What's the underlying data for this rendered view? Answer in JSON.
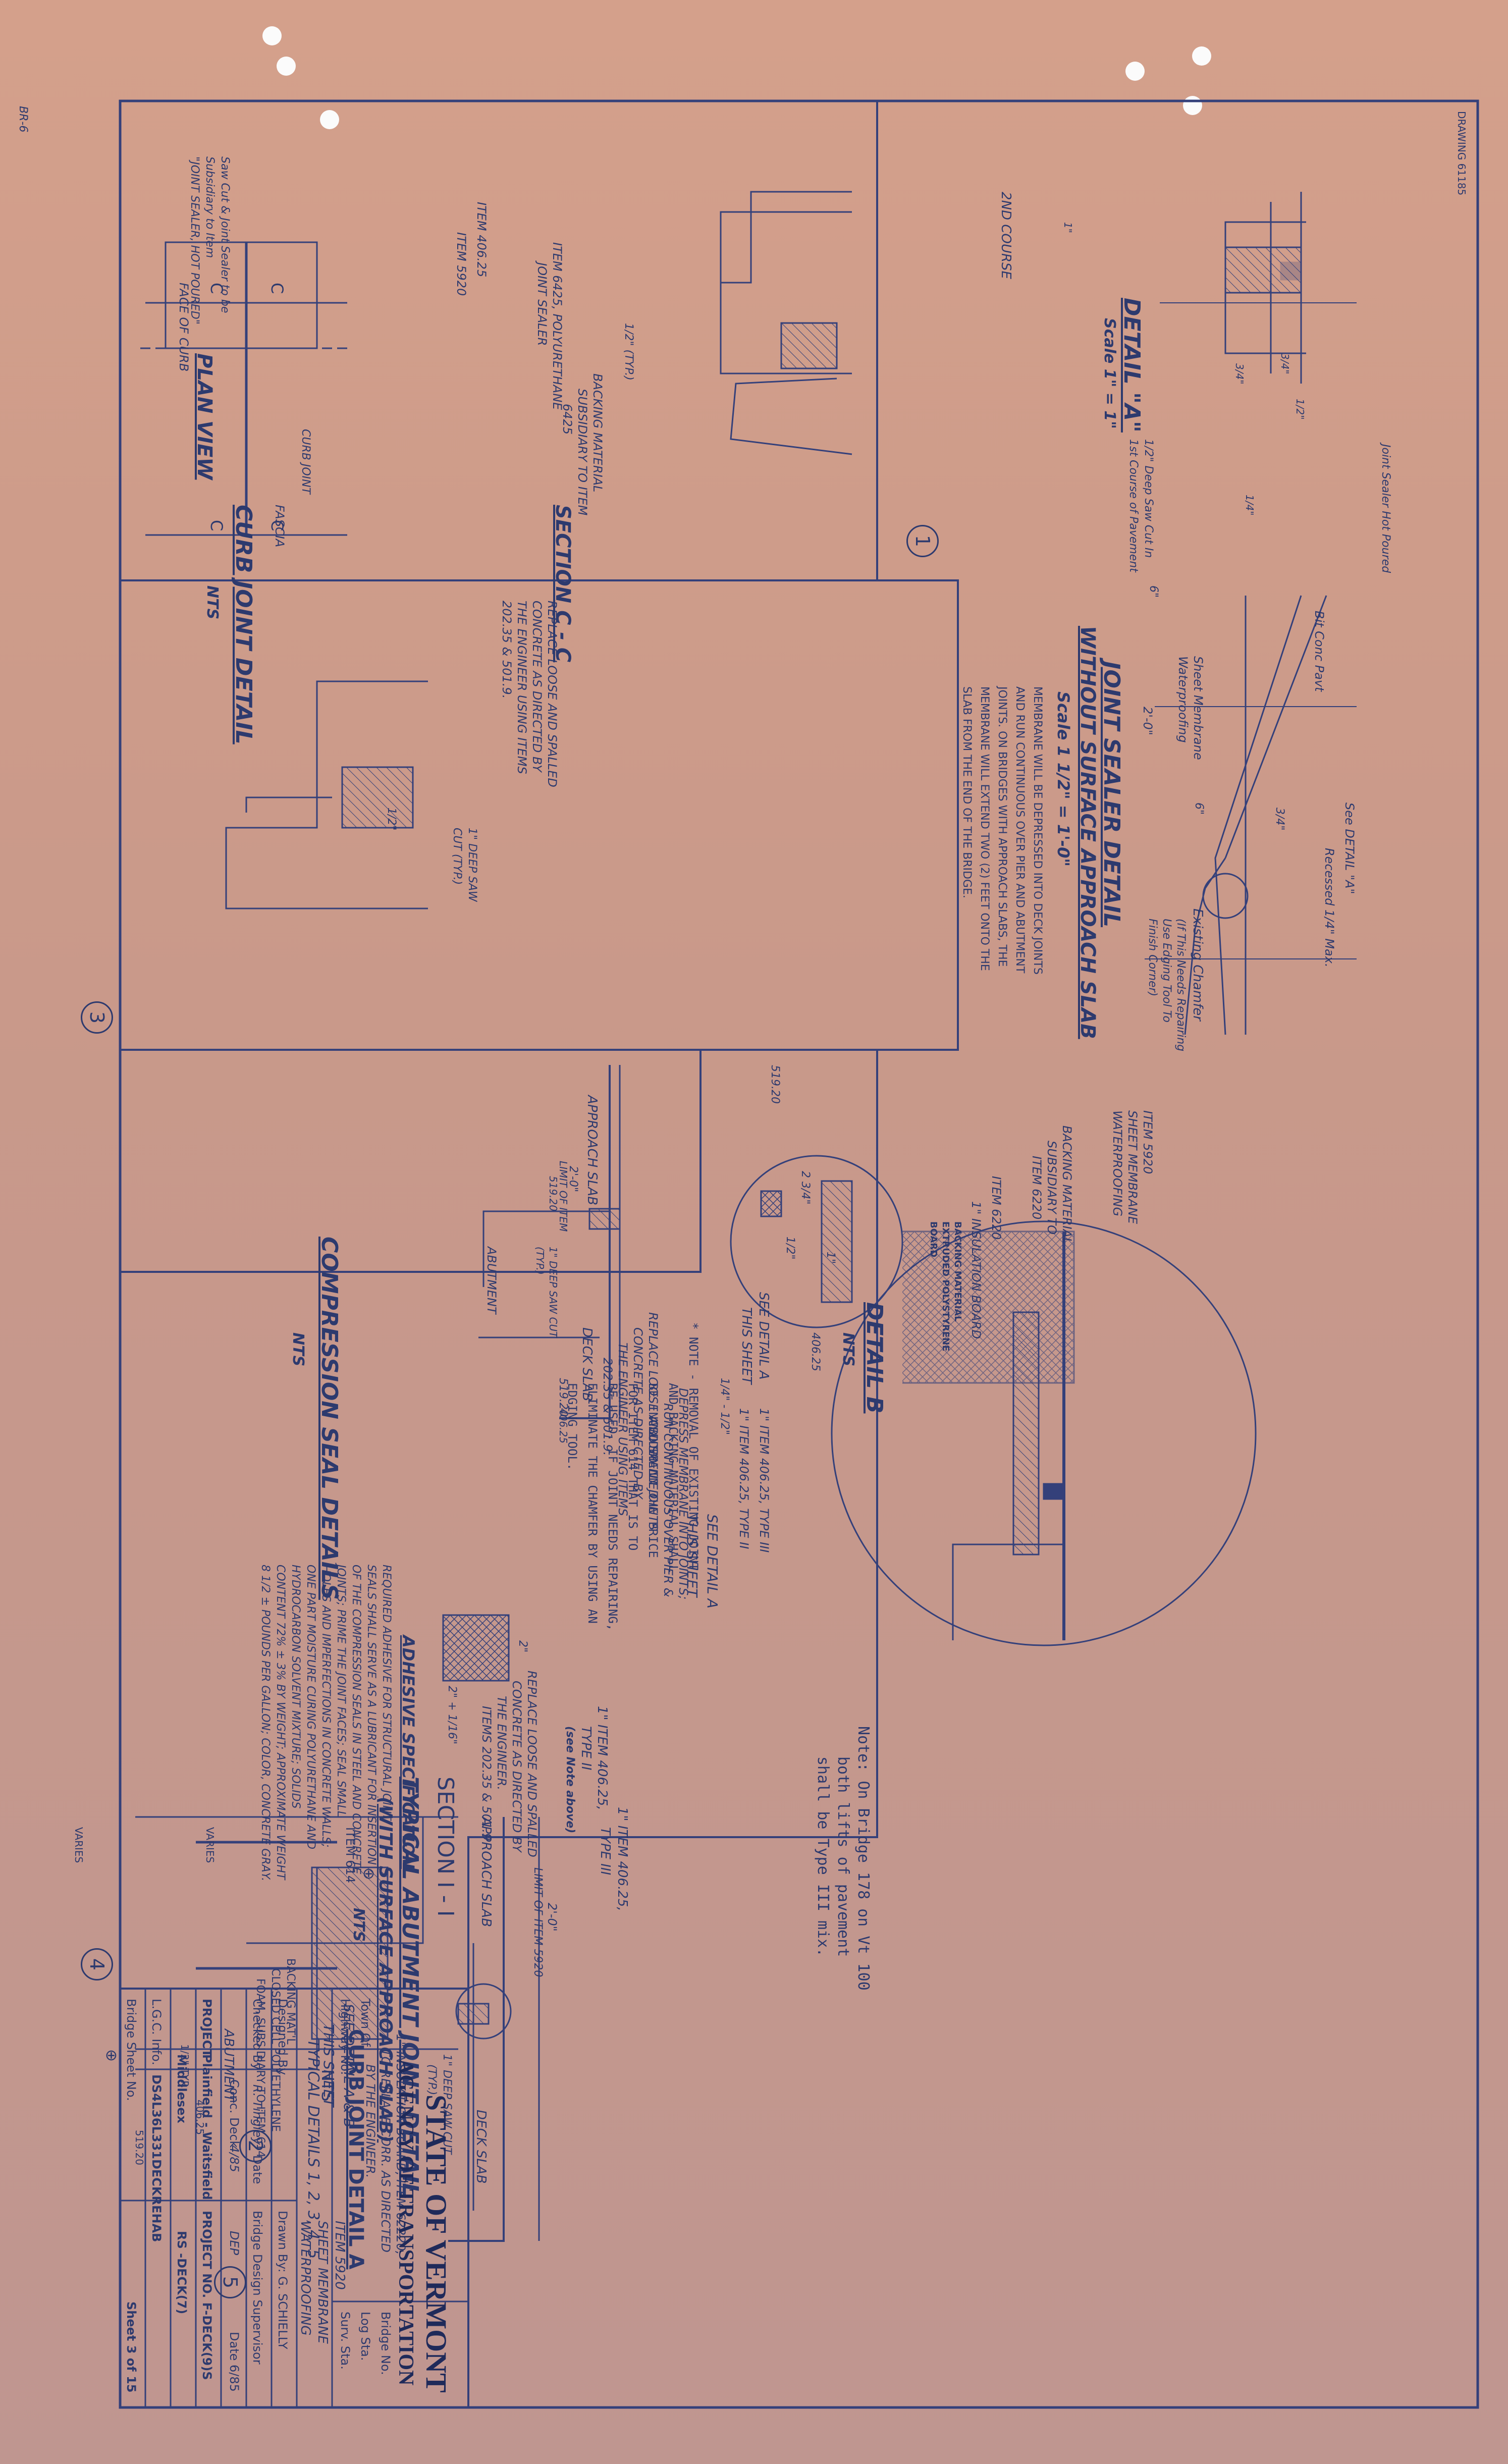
{
  "sheet_marks": {
    "drawing_no_top": "DRAWING 61185",
    "left_tag": "BR-6"
  },
  "note_top": {
    "line1": "Note: On Bridge 178 on Vt 100",
    "line2": "both lifts of pavement",
    "line3": "shall be Type III mix."
  },
  "detail_a": {
    "title": "DETAIL \"A\"",
    "scale": "Scale 1\" = 1\"",
    "num": "1",
    "labels": {
      "joint_sealer": "Joint Sealer Hot Poured",
      "course2": "2ND COURSE",
      "dim_34a": "3/4\"",
      "dim_34b": "3/4\"",
      "dim_12": "1/2\"",
      "dim_14": "1/4\"",
      "dim_1": "1\"",
      "saw_cut": "1/2\" Deep Saw Cut In",
      "saw_cut2": "1st Course of Pavement",
      "note1": "Saw Cut & Joint Sealer to be",
      "note2": "Subsidiary to Item",
      "note3": "\"JOINT SEALER, HOT POURED\""
    }
  },
  "joint_sealer_detail": {
    "title": "JOINT SEALER DETAIL",
    "subtitle": "WITHOUT SURFACE APPROACH SLAB",
    "scale": "Scale 1 1/2\" = 1'-0\"",
    "labels": {
      "bit_conc": "Bit Conc Pavt",
      "see_detail_a": "See DETAIL \"A\"",
      "recessed": "Recessed 1/4\" Max.",
      "sheet_membrane": "Sheet Membrane",
      "waterproofing": "Waterproofing",
      "dim_2ft": "2'-0\"",
      "dim_6": "6\"",
      "dim_6b": "6\"",
      "dim_34": "3/4\"",
      "existing_chamfer": "Existing Chamfer",
      "if_repair": "(If This Needs Repairing",
      "if_repair2": "Use Edging Tool To",
      "if_repair3": "Finish Corner)"
    },
    "membrane_note": [
      "MEMBRANE WILL BE DEPRESSED INTO DECK JOINTS",
      "AND RUN CONTINUOUS OVER PIER AND ABUTMENT",
      "JOINTS. ON BRIDGES WITH APPROACH SLABS, THE",
      "MEMBRANE WILL EXTEND TWO (2) FEET ONTO THE",
      "SLAB FROM THE END OF THE BRIDGE."
    ]
  },
  "detail_b": {
    "title": "DETAIL B",
    "nts": "NTS",
    "labels": {
      "item5920": "ITEM 5920",
      "sheet_membrane": "SHEET MEMBRANE",
      "waterproofing": "WATERPROOFING",
      "backing": "BACKING MATERIAL",
      "subsidiary": "SUBSIDIARY TO",
      "item6220": "ITEM 6220",
      "item6220b": "ITEM 6220",
      "insulation": "1\" INSULATION BOARD",
      "backing2": "BACKING MATERIAL",
      "extruded": "EXTRUDED POLYSTYRENE",
      "board": "BOARD",
      "see_detail_a": "SEE DETAIL A",
      "this_sheet": "THIS SHEET",
      "item40625_t3": "1\" ITEM 406.25, TYPE III",
      "item40625_t2": "1\" ITEM 406.25, TYPE II",
      "dim_1412": "1/4\" - 1/2\"",
      "depress1": "DEPRESS MEMBRANE INTO JOINTS;",
      "depress2": "RUN CONTINUOUS OVER PIER &",
      "depress3": "ABUTMENT JOINTS"
    },
    "note": [
      "* NOTE -  REMOVAL OF EXISTING JOINT",
      "AND BACKING MATERIAL SHALL",
      "BE INCLUDED IN THE PRICE",
      "FOR ITEM 614 THAT IS TO",
      "BE USED. IF JOINT NEEDS REPAIRING,",
      "ELIMINATE THE CHAMFER BY USING AN",
      "EDGING TOOL."
    ]
  },
  "abutment_detail": {
    "title": "TYPICAL ABUTMENT JOINT DETAIL",
    "subtitle": "(WITH SURFACE APPROACH SLAB)",
    "nts": "NTS",
    "num": "2",
    "labels": {
      "see_detail_ab": "SEE DETAIL A & B",
      "this_sheet": "THIS SHEET",
      "item5920": "ITEM 5920",
      "sheet_membrane": "SHEET MEMBRANE",
      "waterproofing": "WATERPROOFING",
      "item40625_t3": "1\" ITEM 406.25,",
      "type3": "TYPE III",
      "dim_2ft": "2'-0\"",
      "limit": "LIMIT OF ITEM 5920",
      "approach_slab": "APPROACH SLAB",
      "deck_slab": "DECK SLAB",
      "saw_cut": "1\" DEEP SAW CUT",
      "typ": "(TYP.)",
      "insulation": "1\" INSULATION BOARD, ITEM 62220,",
      "insulation2": "TO REPLACE CORR. AS DIRECTED",
      "insulation3": "BY THE ENGINEER.",
      "abutment": "ABUTMENT",
      "item40625_t2": "1\" ITEM 406.25,",
      "type2": "TYPE II",
      "see_note": "(see Note above)",
      "replace1": "REPLACE LOOSE AND SPALLED",
      "replace2": "CONCRETE AS DIRECTED BY",
      "replace3": "THE ENGINEER.",
      "replace4": "ITEMS 202.35 & 501.9"
    }
  },
  "curb_joint_detail": {
    "title": "CURB JOINT DETAIL",
    "nts": "NTS",
    "num": "3",
    "section_cc": "SECTION C - C",
    "plan_view": "PLAN VIEW",
    "labels": {
      "item6425": "ITEM 6425, POLYURETHANE",
      "joint_sealer": "JOINT SEALER",
      "item40625": "ITEM 406.25",
      "item5920": "ITEM 5920",
      "dim_12typ": "1/2\" (TYP.)",
      "backing": "BACKING MATERIAL",
      "subsidiary": "SUBSIDIARY TO ITEM",
      "subsidiary2": "6425",
      "face_of_curb": "FACE OF CURB",
      "curb_joint": "CURB JOINT",
      "fascia": "FASCIA",
      "c1": "C",
      "c2": "C",
      "c3": "C",
      "c4": "C",
      "replace1": "REPLACE LOOSE AND SPALLED",
      "replace2": "CONCRETE AS DIRECTED BY",
      "replace3": "THE ENGINEER USING ITEMS",
      "replace4": "202.35 & 501.9.",
      "deep_saw": "1\" DEEP SAW",
      "cut_typ": "CUT (TYP.)",
      "dim_12": "1/2\""
    }
  },
  "compression_seal": {
    "title": "COMPRESSION SEAL DETAILS",
    "nts": "NTS",
    "num": "4",
    "labels": {
      "s1920a": "519.20",
      "s1920b": "519.20",
      "s1920c": "519.20",
      "dim_234": "2 3/4\"",
      "dim_1a": "1\"",
      "dim_12a": "1/2\"",
      "dim_2ft": "2'-0\"",
      "limit": "LIMIT OF ITEM",
      "see_detail_a": "SEE DETAIL A",
      "this_sheet": "THIS SHEET",
      "d40625a": "406.25",
      "d40625b": "406.25",
      "approach_slab": "APPROACH SLAB",
      "abutment": "ABUTMENT",
      "deck_slab": "DECK SLAB",
      "saw_cut": "1\" DEEP SAW CUT",
      "typ": "(TYP.)",
      "replace1": "REPLACE LOOSE AND SPALLED",
      "replace2": "CONCRETE AS DIRECTED BY",
      "replace3": "THE ENGINEER USING ITEMS",
      "replace4": "202.35 & 501.9.",
      "dim_2": "2\"",
      "dim_2b": "2\" + 1/16\"",
      "adhesive_title": "ADHESIVE SPECIFICATION",
      "adhesive_text": [
        "REQUIRED ADHESIVE FOR STRUCTURAL JOINT",
        "SEALS SHALL SERVE AS A LUBRICANT FOR INSERTION",
        "OF THE COMPRESSION SEALS IN STEEL AND CONCRETE",
        "JOINTS; PRIME THE JOINT FACES; SEAL SMALL",
        "HOLES AND IMPERFECTIONS IN CONCRETE WALLS;",
        "ONE PART MOISTURE CURING POLYURETHANE AND",
        "HYDROCARBON SOLVENT MIXTURE; SOLIDS",
        "CONTENT 72% ± 3% BY WEIGHT; APPROXIMATE WEIGHT",
        "8 1/2 ± POUNDS PER GALLON; COLOR, CONCRETE GRAY."
      ]
    }
  },
  "curb_joint_a": {
    "title": "CURB JOINT DETAIL A",
    "nts": "NTS",
    "num": "5",
    "section_ii": "SECTION I - I",
    "labels": {
      "varies_a": "VARIES",
      "varies_b": "VARIES",
      "item614": "ITEM 614",
      "backing": "BACKING MAT'L",
      "closed_cell": "CLOSED CELL POLYETHYLENE",
      "foam": "FOAM, SUBSIDIARY TO ITEM 614",
      "conc_deck": "Conc. Deck",
      "d40625": "406.25",
      "s1920": "519.20",
      "dim_12typ": "1/2\" TYP.",
      "cl1": "⊕",
      "cl2": "⊕"
    }
  },
  "title_block": {
    "agency1": "STATE OF VERMONT",
    "agency2": "AGENCY OF TRANSPORTATION",
    "town_of": "Town Of",
    "highway_no": "Highway No.",
    "bridge_no": "Bridge No.",
    "log_sta": "Log Sta.",
    "surv_sta": "Surv. Sta.",
    "sheet_title": "TYPICAL DETAILS 1, 2, 3, 4, 5",
    "designed_by": "Designed By",
    "drawn_by": "Drawn By: G. SCHIELLY",
    "checked_by": "Checked By",
    "checked_sig": "R. Tingley",
    "date_label": "Date",
    "checked_date": "4/85",
    "supervisor": "Bridge Design Supervisor",
    "supervisor_sig": "DEP",
    "date2": "Date 6/85",
    "project_label": "PROJECT",
    "project_name": "Plainfield - Waitsfield",
    "project_name2": "Middlesex",
    "project_no_label": "PROJECT NO. F-DECK(9)S",
    "project_no2": "RS -DECK(7)",
    "lgc": "L.G.C. Info.",
    "lgc_val": "DS4L36L331DECKREHAB",
    "bridge_sheet": "Bridge Sheet No.",
    "sheet_no": "Sheet 3 of 15"
  }
}
